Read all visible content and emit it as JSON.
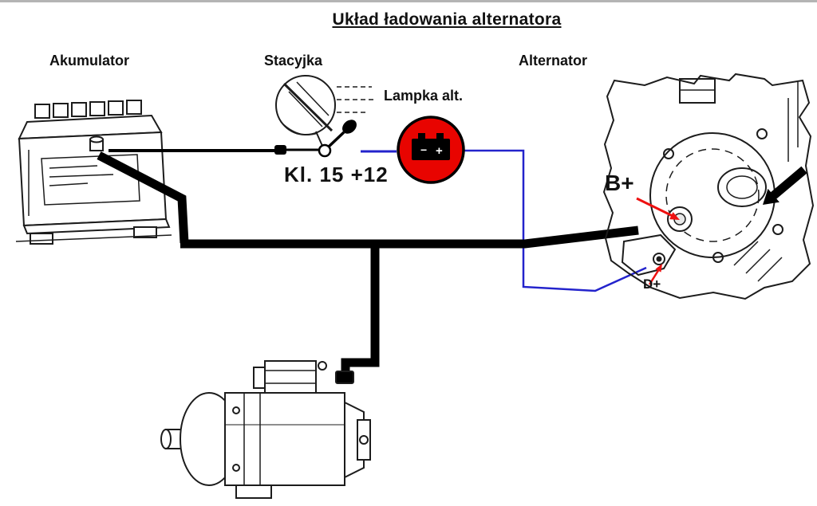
{
  "title": "Układ ładowania alternatora",
  "labels": {
    "battery": "Akumulator",
    "ignition": "Stacyjka",
    "lamp": "Lampka alt.",
    "alternator": "Alternator",
    "terminal_kl": "Kl. 15 +12",
    "b_plus": "B+",
    "d_plus": "D+"
  },
  "lamp_icon": {
    "minus": "−",
    "plus": "+"
  },
  "colors": {
    "wire_black": "#000000",
    "wire_blue": "#2323cc",
    "lamp_red": "#e80400",
    "arrow_red": "#ee1010",
    "line_art": "#1c1c1c"
  }
}
